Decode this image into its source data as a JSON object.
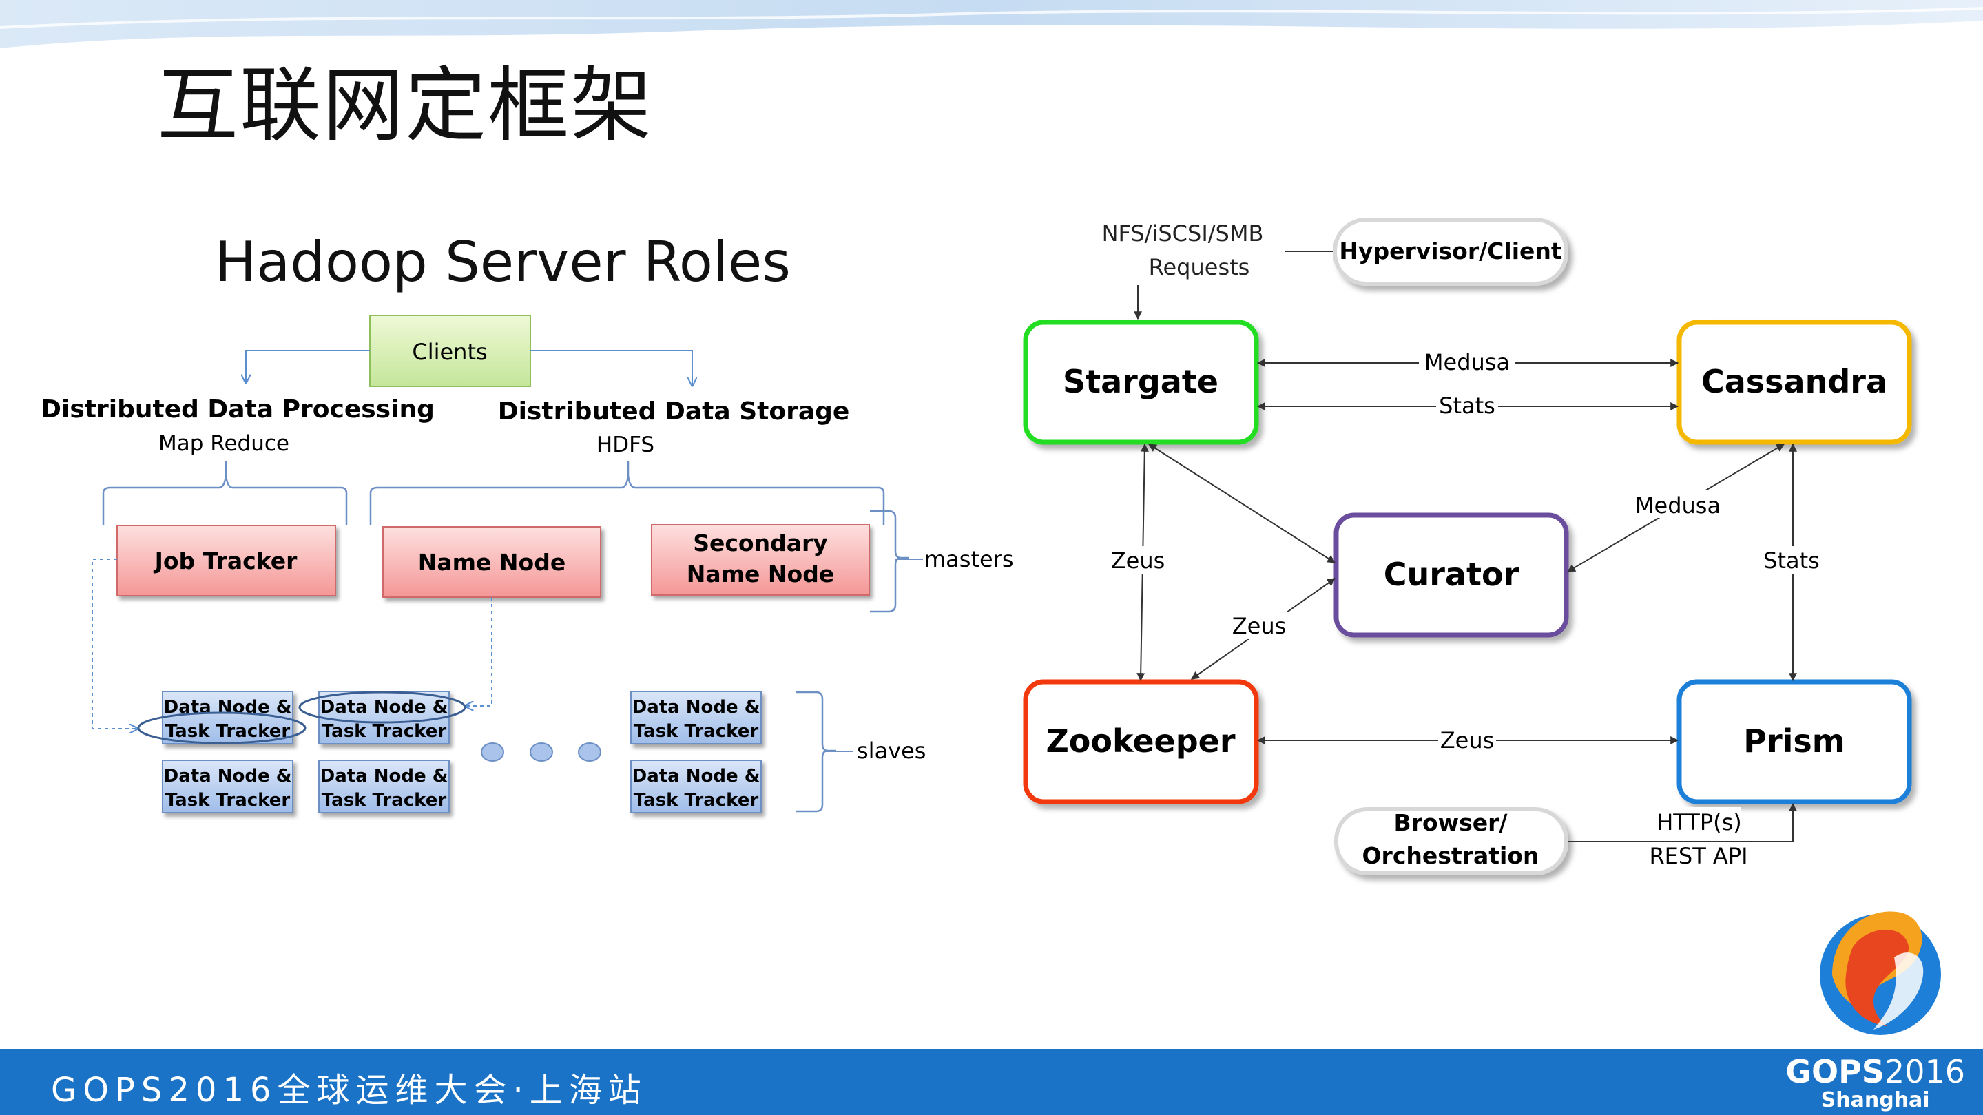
{
  "slide": {
    "title": "互联网定框架"
  },
  "footer": {
    "event": "GOPS2016全球运维大会·上海站",
    "brand_year": "2016",
    "brand_name": "GOPS",
    "brand_city": "Shanghai"
  },
  "hadoop": {
    "title": "Hadoop Server Roles",
    "clients": "Clients",
    "processing": {
      "title": "Distributed Data Processing",
      "subtitle": "Map Reduce"
    },
    "storage": {
      "title": "Distributed Data Storage",
      "subtitle": "HDFS"
    },
    "job_tracker": "Job Tracker",
    "name_node": "Name Node",
    "secondary_line1": "Secondary",
    "secondary_line2": "Name Node",
    "masters": "masters",
    "slaves": "slaves",
    "slave_line1": "Data Node &",
    "slave_line2": "Task Tracker"
  },
  "nutanix": {
    "requests_line1": "NFS/iSCSI/SMB",
    "requests_line2": "Requests",
    "hypervisor": "Hypervisor/Client",
    "stargate": "Stargate",
    "cassandra": "Cassandra",
    "curator": "Curator",
    "zookeeper": "Zookeeper",
    "prism": "Prism",
    "browser_line1": "Browser/",
    "browser_line2": "Orchestration",
    "http_line1": "HTTP(s)",
    "http_line2": "REST API",
    "edge_medusa": "Medusa",
    "edge_stats": "Stats",
    "edge_zeus": "Zeus"
  },
  "colors": {
    "stargate": "#22dd22",
    "cassandra": "#f5b800",
    "curator": "#6a4e9c",
    "zookeeper": "#f2380e",
    "prism": "#1e7fd8",
    "footer": "#1a73c6",
    "red_box": "#f7a9a8",
    "green_box": "#d6f0a0",
    "blue_box": "#b7cdf0"
  }
}
